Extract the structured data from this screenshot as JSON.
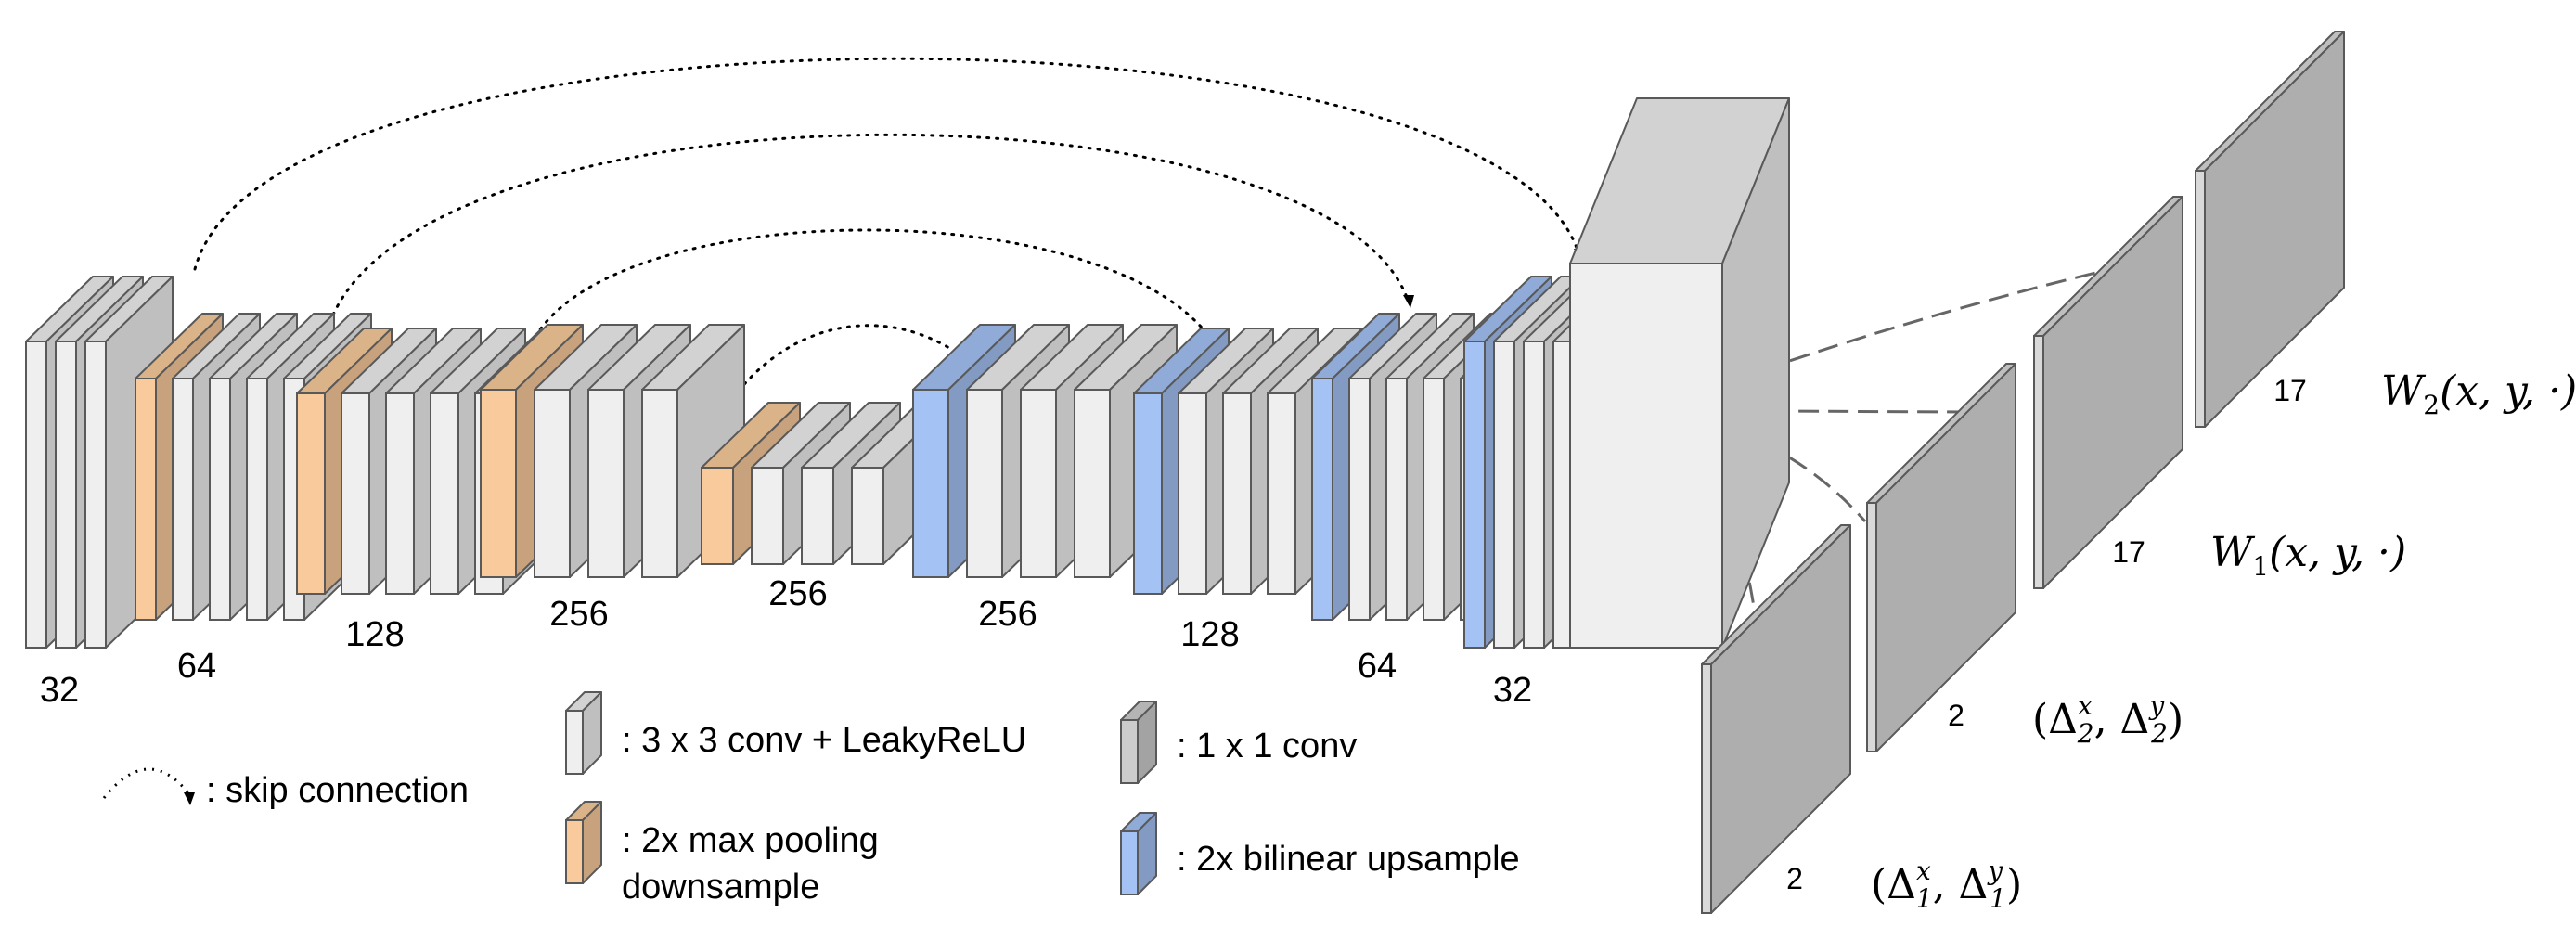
{
  "encoder_labels": [
    "32",
    "64",
    "128",
    "256",
    "256"
  ],
  "decoder_labels": [
    "256",
    "128",
    "64",
    "32"
  ],
  "outputs": [
    {
      "channels": "2",
      "label_base": "(Δ",
      "label_sub": "1",
      "label_sup_x": "x",
      "label_sup_y": "y",
      "label_mid": ", Δ",
      "label_end": ")"
    },
    {
      "channels": "2",
      "label_base": "(Δ",
      "label_sub": "2",
      "label_sup_x": "x",
      "label_sup_y": "y",
      "label_mid": ", Δ",
      "label_end": ")"
    },
    {
      "channels": "17",
      "label_base": "W",
      "label_sub": "1",
      "label_args": "(x, y, ·)"
    },
    {
      "channels": "17",
      "label_base": "W",
      "label_sub": "2",
      "label_args": "(x, y, ·)"
    }
  ],
  "legend": {
    "skip": ": skip connection",
    "conv3": ": 3 x 3 conv + LeakyReLU",
    "pool_line1": ": 2x max pooling",
    "pool_line2": "downsample",
    "conv1": ": 1 x 1 conv",
    "upsample": ": 2x bilinear upsample"
  },
  "colors": {
    "conv3": "#efefef",
    "pool": "#f9cb9c",
    "upsample": "#a4c2f4",
    "conv1": "#cccccc",
    "output_map": "#d9d9d9",
    "stroke": "#595959"
  }
}
